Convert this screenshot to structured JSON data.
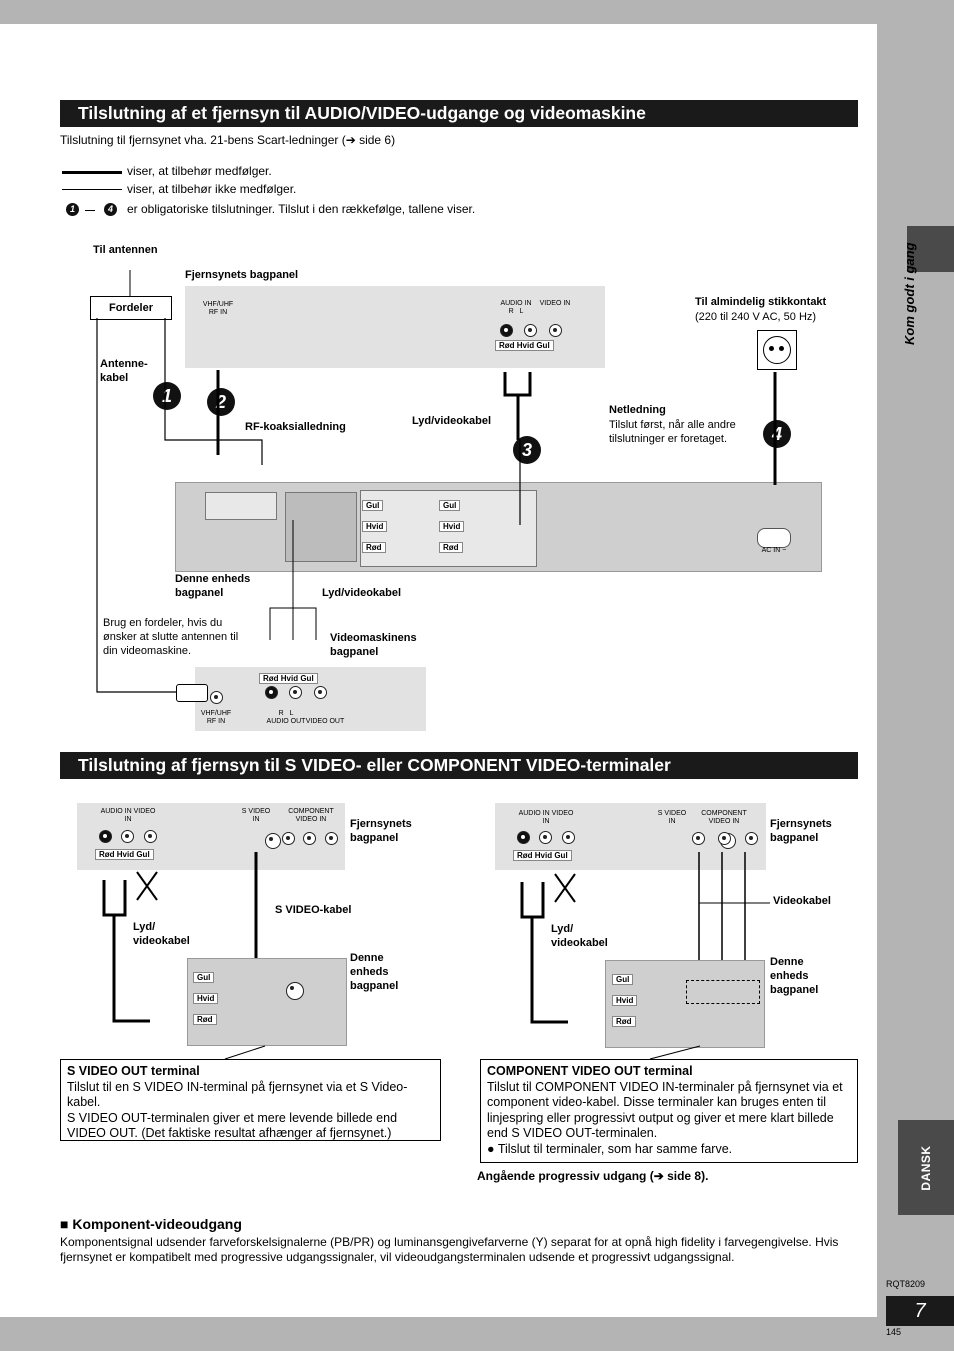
{
  "section1": {
    "title": "Tilslutning af et fjernsyn til AUDIO/VIDEO-udgange og videomaskine",
    "subtitle": "Tilslutning til fjernsynet vha. 21-bens Scart-ledninger (➔ side 6)",
    "legend": {
      "supplied": "viser, at tilbehør medfølger.",
      "not_supplied": "viser, at tilbehør ikke medfølger.",
      "range_from": "1",
      "range_to": "4",
      "mandatory": "er obligatoriske tilslutninger. Tilslut i den rækkefølge, tallene viser."
    },
    "diagram": {
      "til_antennen": "Til antennen",
      "fjernsynets_bagpanel": "Fjernsynets bagpanel",
      "fordeler": "Fordeler",
      "antennekabel": "Antenne-\nkabel",
      "rf_koaks": "RF-koaksialledning",
      "lyd_video1": "Lyd/videokabel",
      "til_stikkontakt": "Til almindelig stikkontakt",
      "volt": "(220 til 240 V AC, 50 Hz)",
      "netledning": "Netledning",
      "netledning_note": "Tilslut først, når alle andre tilslutninger er foretaget.",
      "denne_enheds": "Denne enheds\nbagpanel",
      "lyd_video2": "Lyd/videokabel",
      "brug_fordeler": "Brug en fordeler, hvis du ønsker at slutte antennen til din videomaskine.",
      "videomaskinens": "Videomaskinens\nbagpanel",
      "vhf_uhf": "VHF/UHF",
      "rf_in": "RF IN",
      "audio_in": "AUDIO IN",
      "video_in": "VIDEO IN",
      "r": "R",
      "l": "L",
      "audio_out": "AUDIO OUT",
      "video_out": "VIDEO OUT",
      "rod": "Rød",
      "hvid": "Hvid",
      "gul": "Gul",
      "rod_hvid_gul": "Rød Hvid Gul",
      "ac_in": "AC IN ~",
      "step1": "1",
      "step2": "2",
      "step3": "3",
      "step4": "4"
    }
  },
  "section2": {
    "title": "Tilslutning af fjernsyn til S VIDEO- eller COMPONENT VIDEO-terminaler",
    "left": {
      "fjernsynets": "Fjernsynets\nbagpanel",
      "s_video_kabel": "S VIDEO-kabel",
      "lyd_video": "Lyd/\nvideokabel",
      "denne_enheds": "Denne\nenheds\nbagpanel",
      "s_video_in": "S VIDEO\nIN",
      "component_video_in": "COMPONENT\nVIDEO IN",
      "box_title": "S VIDEO OUT terminal",
      "box_body": "Tilslut til en S VIDEO IN-terminal på fjernsynet via et S Video-kabel.\nS VIDEO OUT-terminalen giver et mere levende billede end VIDEO OUT. (Det faktiske resultat afhænger af fjernsynet.)"
    },
    "right": {
      "fjernsynets": "Fjernsynets\nbagpanel",
      "videokabel": "Videokabel",
      "lyd_video": "Lyd/\nvideokabel",
      "denne_enheds": "Denne\nenheds\nbagpanel",
      "box_title": "COMPONENT VIDEO OUT terminal",
      "box_body": "Tilslut til COMPONENT VIDEO IN-terminaler på fjernsynet via et component video-kabel. Disse terminaler kan bruges enten til linjespring eller progressivt output og giver et mere klart billede end S VIDEO OUT-terminalen.",
      "box_bullet": "Tilslut til terminaler, som har samme farve.",
      "progressive_note": "Angående progressiv udgang (➔ side 8)."
    }
  },
  "komponent": {
    "heading": "Komponent-videoudgang",
    "body": "Komponentsignal udsender farveforskelsignalerne (PB/PR) og luminansgengivefarverne (Y) separat for at opnå high fidelity i farvegengivelse. Hvis fjernsynet er kompatibelt med progressive udgangssignaler, vil videoudgangsterminalen udsende et progressivt udgangssignal."
  },
  "sidebar": {
    "section_label": "Kom godt i gang",
    "language_tab": "DANSK"
  },
  "footer": {
    "doc_code": "RQT8209",
    "page_number": "7",
    "sheet_number": "145"
  }
}
